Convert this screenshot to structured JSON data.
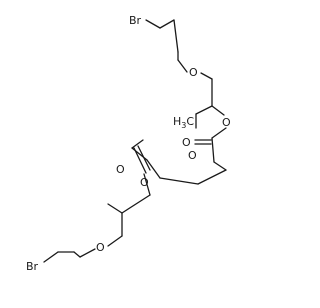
{
  "structure": {
    "atom_labels": {
      "br_top": "Br",
      "o_ether_top": "O",
      "h3c_top": "H3C",
      "o_ester_top": "O",
      "o_carbonyl_top": "O",
      "o_ether_center": "O",
      "o_carbonyl_bottom": "O",
      "o_ester_bottom": "O",
      "o_ether_bottom": "O",
      "br_bottom": "Br"
    },
    "methyl": {
      "h": "H",
      "sub": "3",
      "c": "C"
    },
    "colors": {
      "bond": "#1a1a1a",
      "text": "#1a1a1a",
      "background": "#ffffff"
    }
  }
}
